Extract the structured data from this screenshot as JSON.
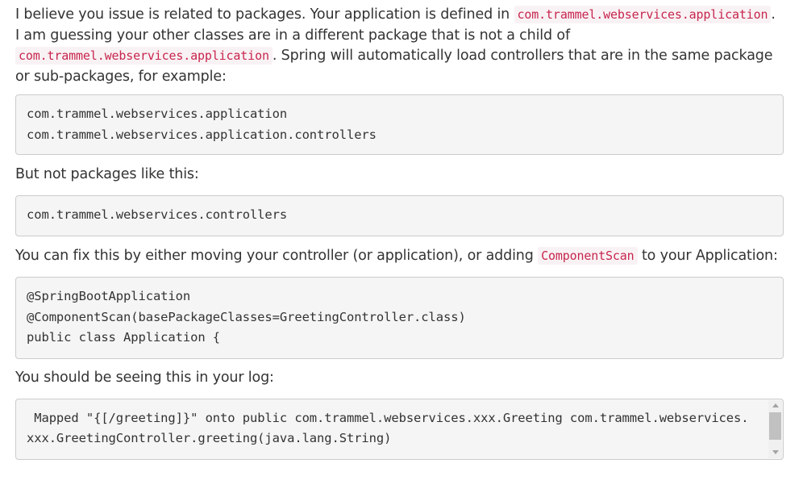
{
  "answer": {
    "para1": {
      "t1": "I believe you issue is related to packages. Your application is defined in ",
      "c1": "com.trammel.webservices.application",
      "t2": ". I am guessing your other classes are in a different package that is not a child of ",
      "c2": "com.trammel.webservices.application",
      "t3": ". Spring will automatically load controllers that are in the same package or sub-packages, for example:"
    },
    "code1": {
      "lines": [
        "com.trammel.webservices.application",
        "com.trammel.webservices.application.controllers"
      ]
    },
    "para2": {
      "text": "But not packages like this:"
    },
    "code2": {
      "lines": [
        "com.trammel.webservices.controllers"
      ]
    },
    "para3": {
      "t1": "You can fix this by either moving your controller (or application), or adding ",
      "c1": "ComponentScan",
      "t2": " to your Application:"
    },
    "code3": {
      "lines": [
        "@SpringBootApplication",
        "@ComponentScan(basePackageClasses=GreetingController.class)",
        "public class Application {"
      ]
    },
    "para4": {
      "text": "You should be seeing this in your log:"
    },
    "code4": {
      "text": " Mapped \"{[/greeting]}\" onto public com.trammel.webservices.xxx.Greeting com.trammel.webservices.xxx.GreetingController.greeting(java.lang.String)"
    }
  }
}
